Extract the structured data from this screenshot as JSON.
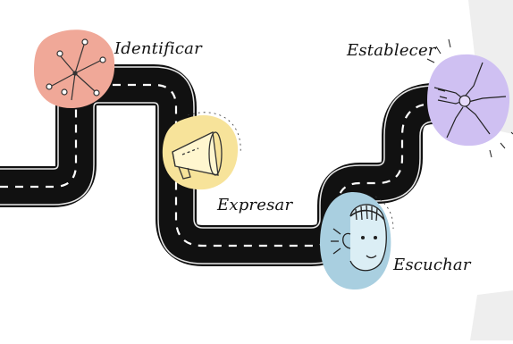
{
  "steps": [
    {
      "id": "identificar",
      "label": "Identificar",
      "color": "#f0a898",
      "icon": "arrows-outward-icon"
    },
    {
      "id": "expresar",
      "label": "Expresar",
      "color": "#f7e39a",
      "icon": "megaphone-icon"
    },
    {
      "id": "escuchar",
      "label": "Escuchar",
      "color": "#a9cfe0",
      "icon": "listening-face-icon"
    },
    {
      "id": "establecer",
      "label": "Establecer",
      "color": "#cfc0f2",
      "icon": "joined-hands-icon"
    }
  ],
  "colors": {
    "road": "#111111",
    "road_markings": "#ffffff",
    "corner_shade": "#eeeeee"
  }
}
